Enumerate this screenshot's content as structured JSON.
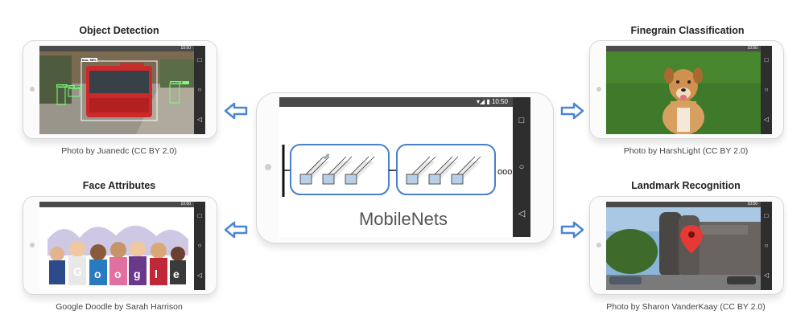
{
  "main": {
    "label": "MobileNets",
    "status_time": "10:50",
    "ellipsis": "ooo",
    "nav": {
      "square": "□",
      "circle": "○",
      "back": "◁"
    }
  },
  "panels": {
    "top_left": {
      "title": "Object Detection",
      "caption": "Photo by Juanedc (CC BY 2.0)",
      "status_time": "10:50"
    },
    "bottom_left": {
      "title": "Face Attributes",
      "caption": "Google Doodle by Sarah Harrison",
      "status_time": "10:50"
    },
    "top_right": {
      "title": "Finegrain Classification",
      "caption": "Photo by HarshLight (CC BY 2.0)",
      "status_time": "10:50"
    },
    "bottom_right": {
      "title": "Landmark Recognition",
      "caption": "Photo by Sharon VanderKaay (CC BY 2.0)",
      "status_time": "10:50"
    }
  },
  "detections": {
    "bus": "bus: 98%",
    "person_left": "person:",
    "car": "car: 88%",
    "person_right": "person: 8"
  },
  "doodle_letters": [
    "G",
    "o",
    "o",
    "g",
    "l",
    "e"
  ],
  "colors": {
    "arrow": "#4a86d6",
    "block_border": "#4a7fc9",
    "status_bar": "#4a4a4a",
    "nav_bar": "#2e2e2e",
    "pin": "#e53935",
    "detection_box": "#7cfc7c",
    "bus_box": "#ffffff"
  }
}
